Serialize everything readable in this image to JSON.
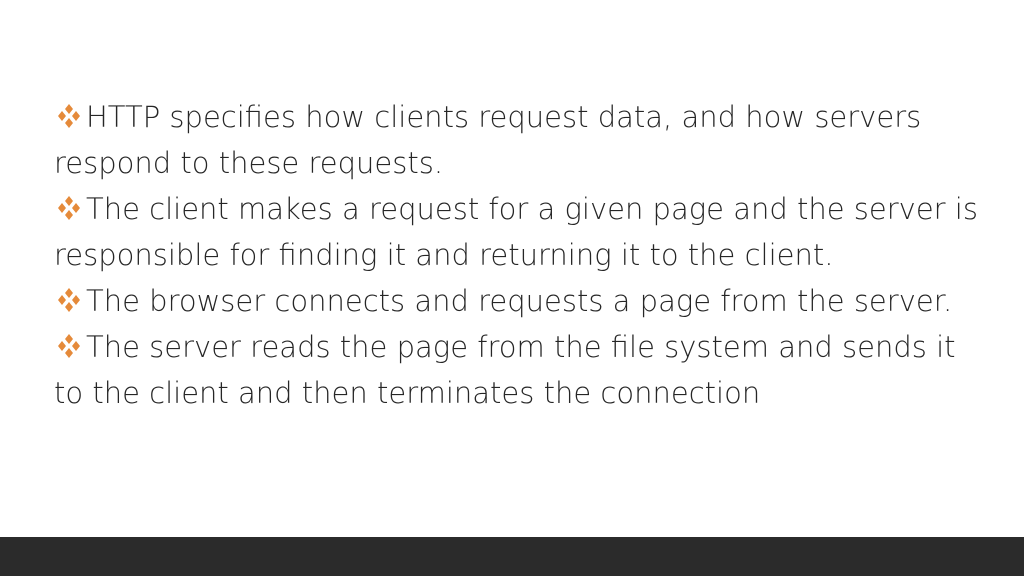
{
  "colors": {
    "accent": "#e58a3a",
    "text": "#262626",
    "footer": "#2b2b2b"
  },
  "bullet_icon": "four-diamond-icon",
  "bullets": [
    {
      "text": "HTTP specifies how clients request data, and how servers respond to these requests."
    },
    {
      "text": "The client makes a request for a given page and the server is responsible for finding it and returning it to the client."
    },
    {
      "text": "The browser connects and requests a page from the server."
    },
    {
      "text": "The server reads the page from the file system and sends it to the client and then terminates the connection"
    }
  ]
}
